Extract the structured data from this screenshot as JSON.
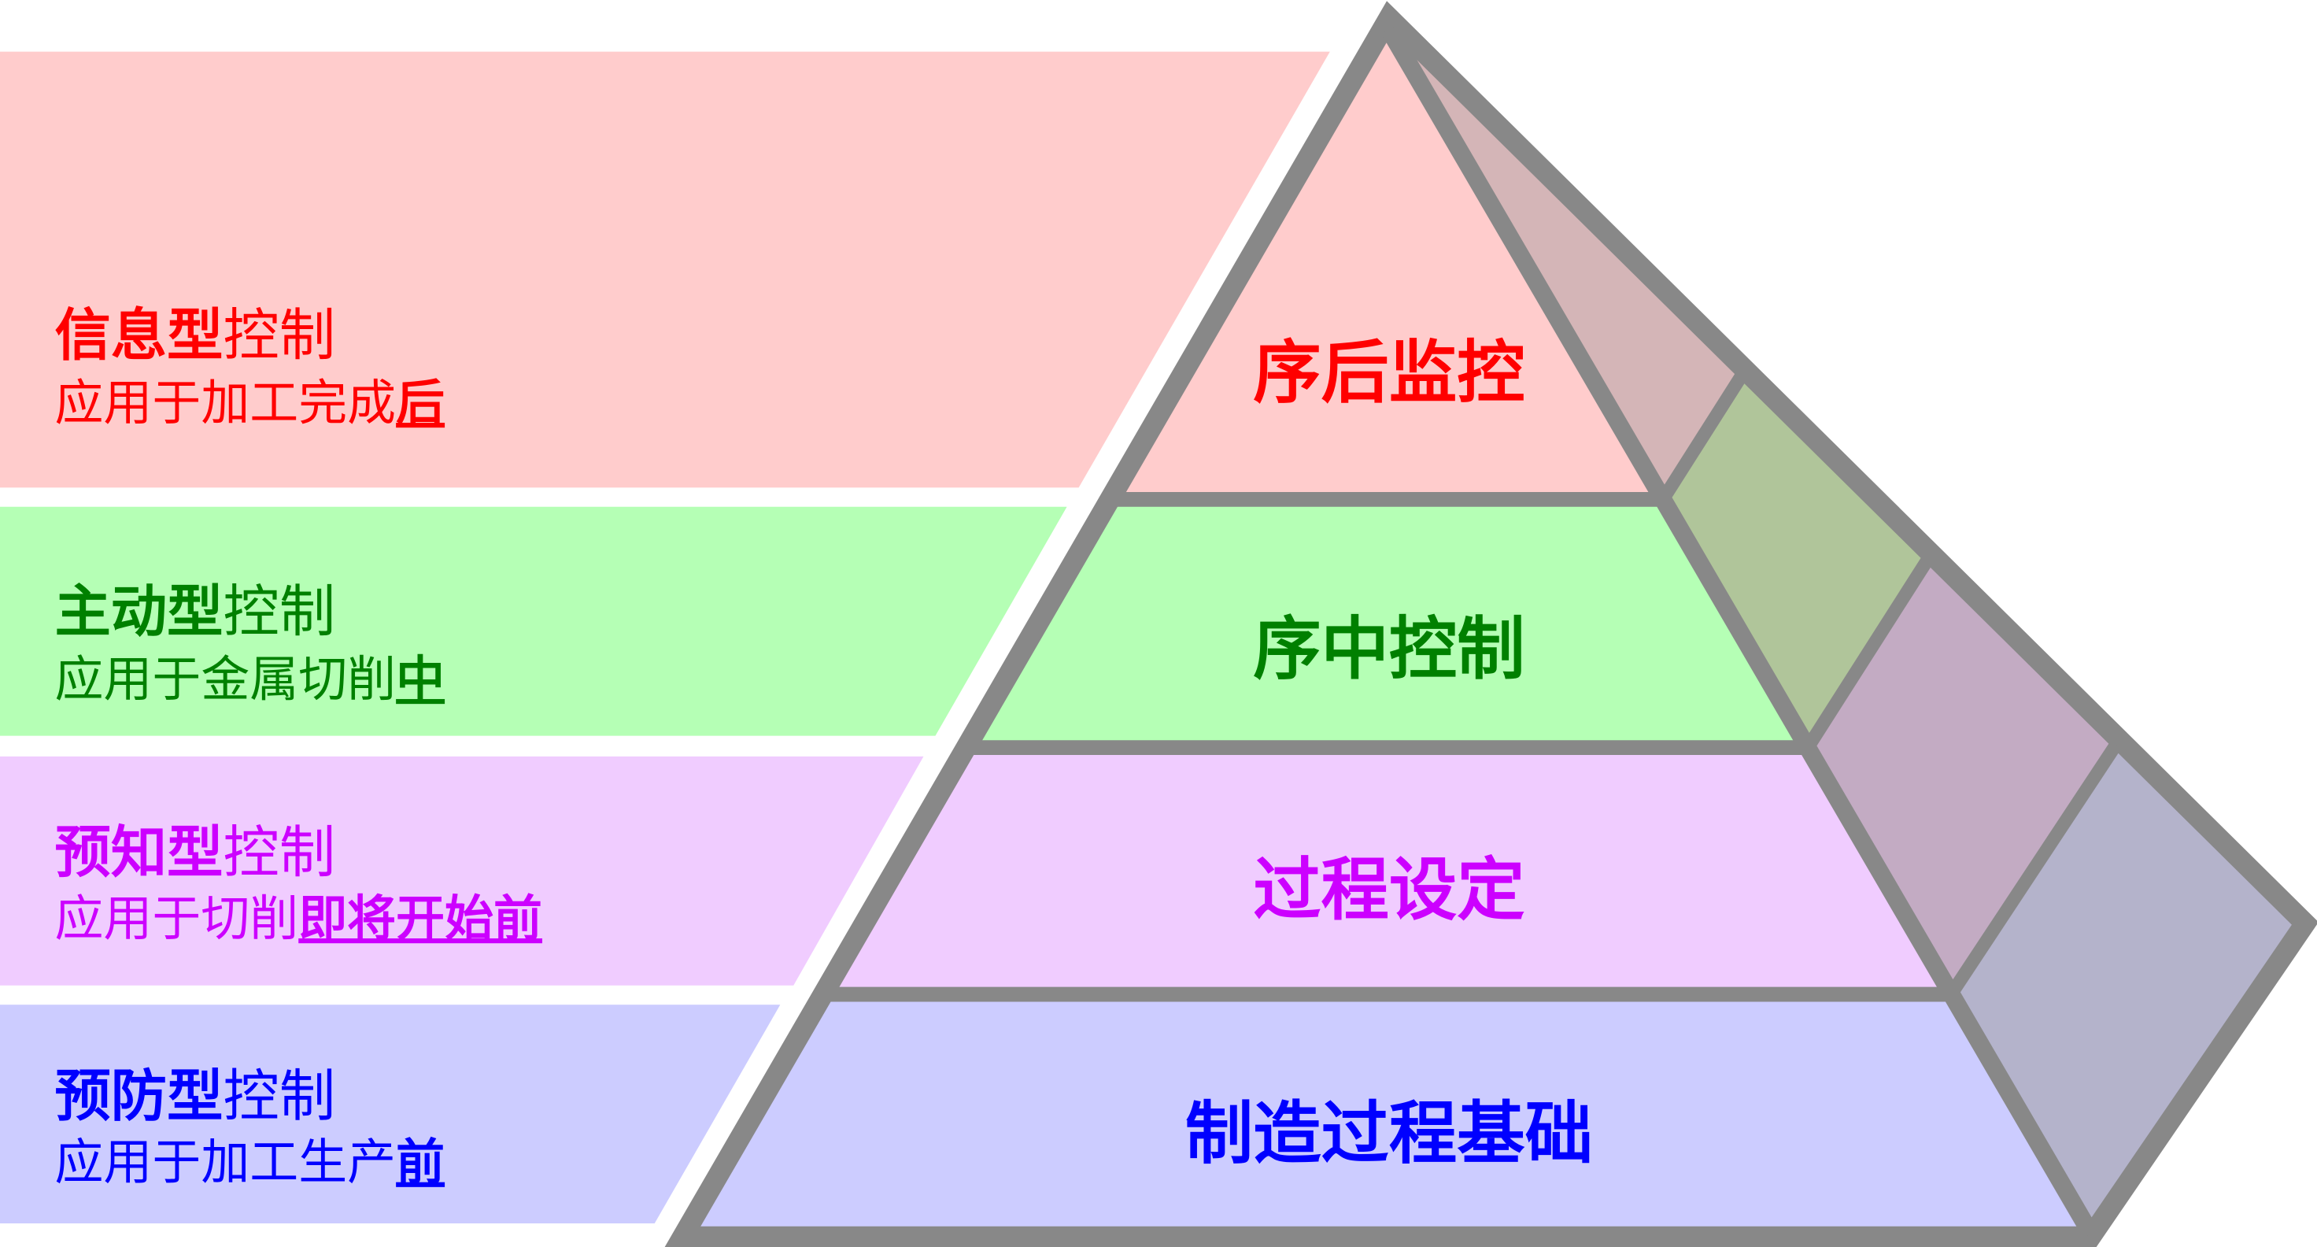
{
  "colors": {
    "outline": "#888888",
    "red": "#ff0000",
    "green": "#008000",
    "purple": "#cc00ff",
    "blue": "#0000ff",
    "band_red": "#ffcccc",
    "band_green": "#b5ffb5",
    "band_purple": "#f0ccff",
    "band_blue": "#ccccff",
    "side_red": "#d4b5b7",
    "side_green": "#b0c59a",
    "side_purple": "#c3abc3",
    "side_blue": "#b4b3cb"
  },
  "levels": [
    {
      "center_label": "序后监控",
      "title_bold": "信息型",
      "title_rest": "控制",
      "sub_plain": "应用于加工完成",
      "sub_emph": "后"
    },
    {
      "center_label": "序中控制",
      "title_bold": "主动型",
      "title_rest": "控制",
      "sub_plain": "应用于金属切削",
      "sub_emph": "中"
    },
    {
      "center_label": "过程设定",
      "title_bold": "预知型",
      "title_rest": "控制",
      "sub_plain": "应用于切削",
      "sub_emph": "即将开始前"
    },
    {
      "center_label": "制造过程基础",
      "title_bold": "预防型",
      "title_rest": "控制",
      "sub_plain": "应用于加工生产",
      "sub_emph": "前"
    }
  ]
}
